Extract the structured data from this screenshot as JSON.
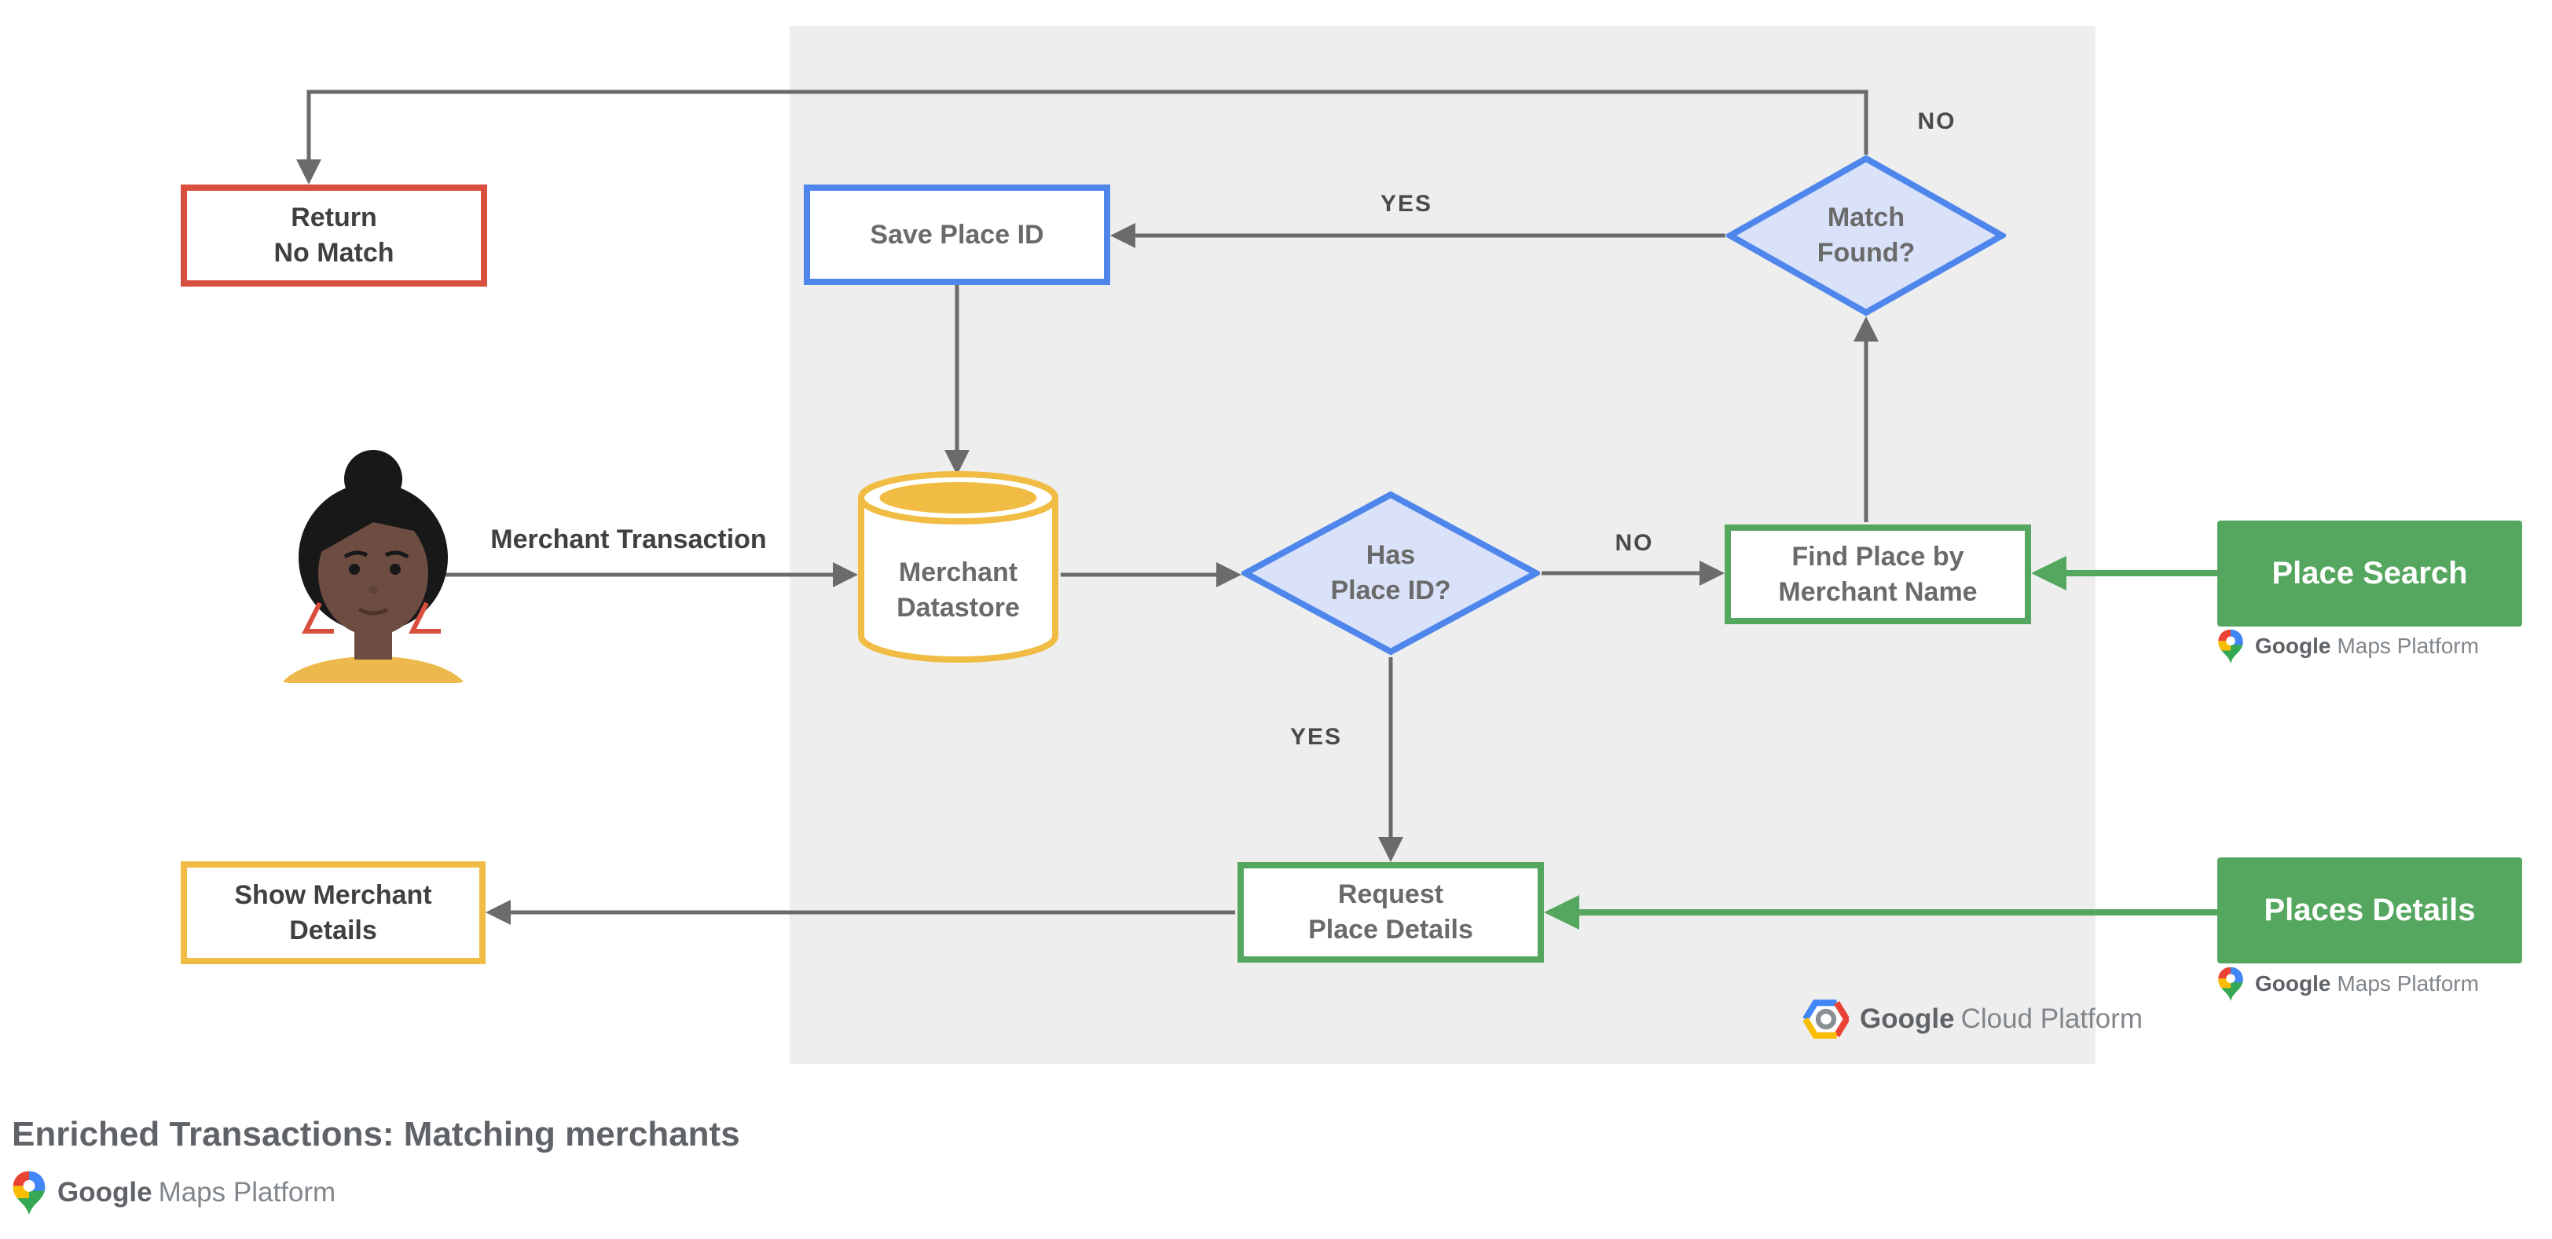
{
  "footer": {
    "title": "Enriched Transactions: Matching merchants"
  },
  "branding": {
    "gmp_google": "Google",
    "gmp_rest": "Maps Platform",
    "gcp_google": "Google",
    "gcp_rest": "Cloud Platform"
  },
  "nodes": {
    "return_no_match": {
      "label": "Return\nNo Match"
    },
    "save_place_id": {
      "label": "Save Place ID"
    },
    "match_found": {
      "label": "Match\nFound?"
    },
    "merchant_datastore": {
      "label": "Merchant\nDatastore"
    },
    "has_place_id": {
      "label": "Has\nPlace ID?"
    },
    "find_place": {
      "label": "Find Place by\nMerchant Name"
    },
    "place_search": {
      "label": "Place Search"
    },
    "request_place_details": {
      "label": "Request\nPlace Details"
    },
    "places_details": {
      "label": "Places Details"
    },
    "show_merchant_details": {
      "label": "Show Merchant\nDetails"
    }
  },
  "edges": {
    "merchant_transaction_label": "Merchant Transaction",
    "match_found_yes": "YES",
    "match_found_no": "NO",
    "has_place_id_yes": "YES",
    "has_place_id_no": "NO"
  },
  "colors": {
    "red": "#D94F3D",
    "blue": "#4E86EC",
    "blue_fill": "#D9E2F8",
    "yellow": "#F0BC43",
    "green": "#55A65E",
    "line": "#6B6B6B",
    "panel": "#EEEEEE",
    "text_dark": "#404040",
    "text_gray": "#6A6A6A",
    "brand_red": "#EA4335",
    "brand_blue": "#4285F4",
    "brand_yellow": "#FBBC04",
    "brand_green": "#34A853"
  }
}
